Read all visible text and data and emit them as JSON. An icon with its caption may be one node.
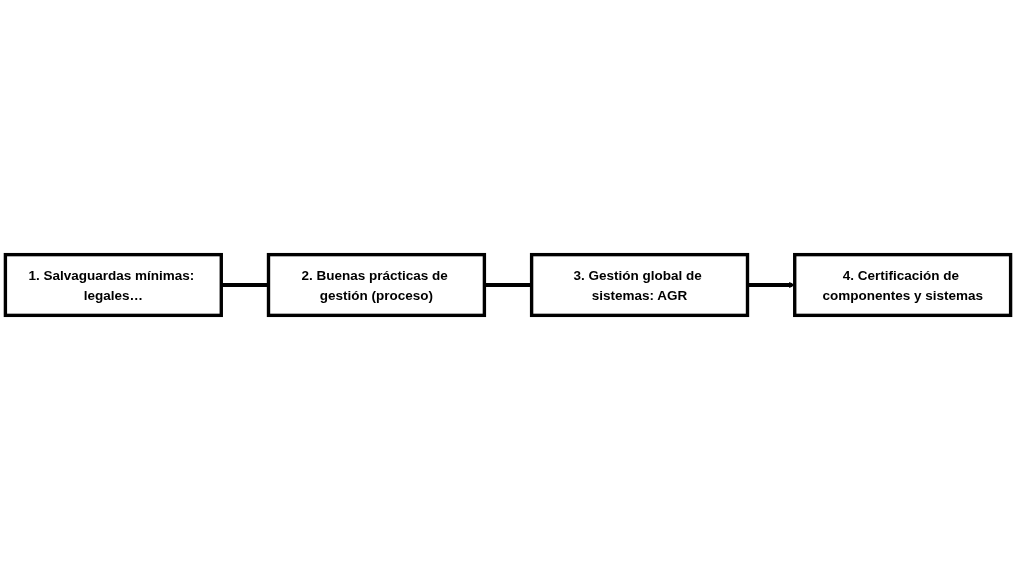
{
  "diagram": {
    "nodes": [
      {
        "text": [
          "1. Salvaguardas mínimas: legales…"
        ]
      },
      {
        "text": [
          "2. Buenas prácticas de gestión (proceso)"
        ]
      },
      {
        "text": [
          "3. Gestión global de sistemas: AGR"
        ]
      },
      {
        "text": [
          "4. Certificación de componentes y sistemas"
        ]
      }
    ],
    "edges": [
      {
        "from": 0,
        "to": 1,
        "arrow": "none"
      },
      {
        "from": 1,
        "to": 2,
        "arrow": "none"
      },
      {
        "from": 2,
        "to": 3,
        "arrow": "to"
      }
    ]
  }
}
